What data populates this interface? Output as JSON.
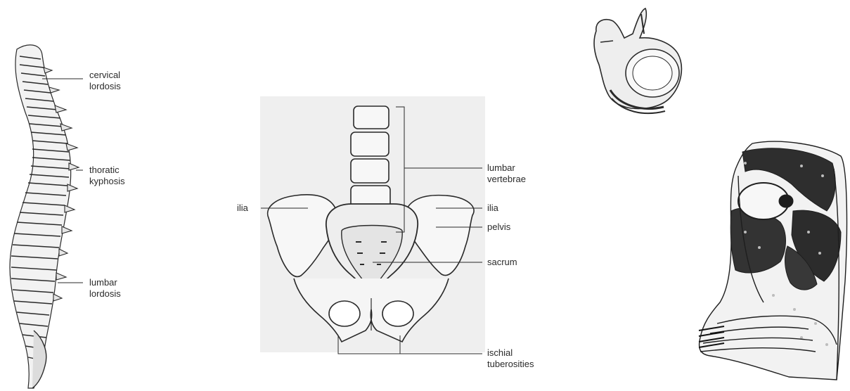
{
  "spine_labels": {
    "cervical": [
      "cervical",
      "lordosis"
    ],
    "thoracic": [
      "thoratic",
      "kyphosis"
    ],
    "lumbar": [
      "lumbar",
      "lordosis"
    ]
  },
  "pelvis_labels": {
    "lumbar_vertebrae": [
      "lumbar",
      "vertebrae"
    ],
    "ilia_left": "ilia",
    "ilia_right": "ilia",
    "pelvis": "pelvis",
    "sacrum": "sacrum",
    "ischial": [
      "ischial",
      "tuberosities"
    ]
  },
  "colors": {
    "ink": "#2a2a2a",
    "panel_bg": "#efefef",
    "bone": "#f4f4f4",
    "dark_tissue": "#1e1e1e"
  }
}
